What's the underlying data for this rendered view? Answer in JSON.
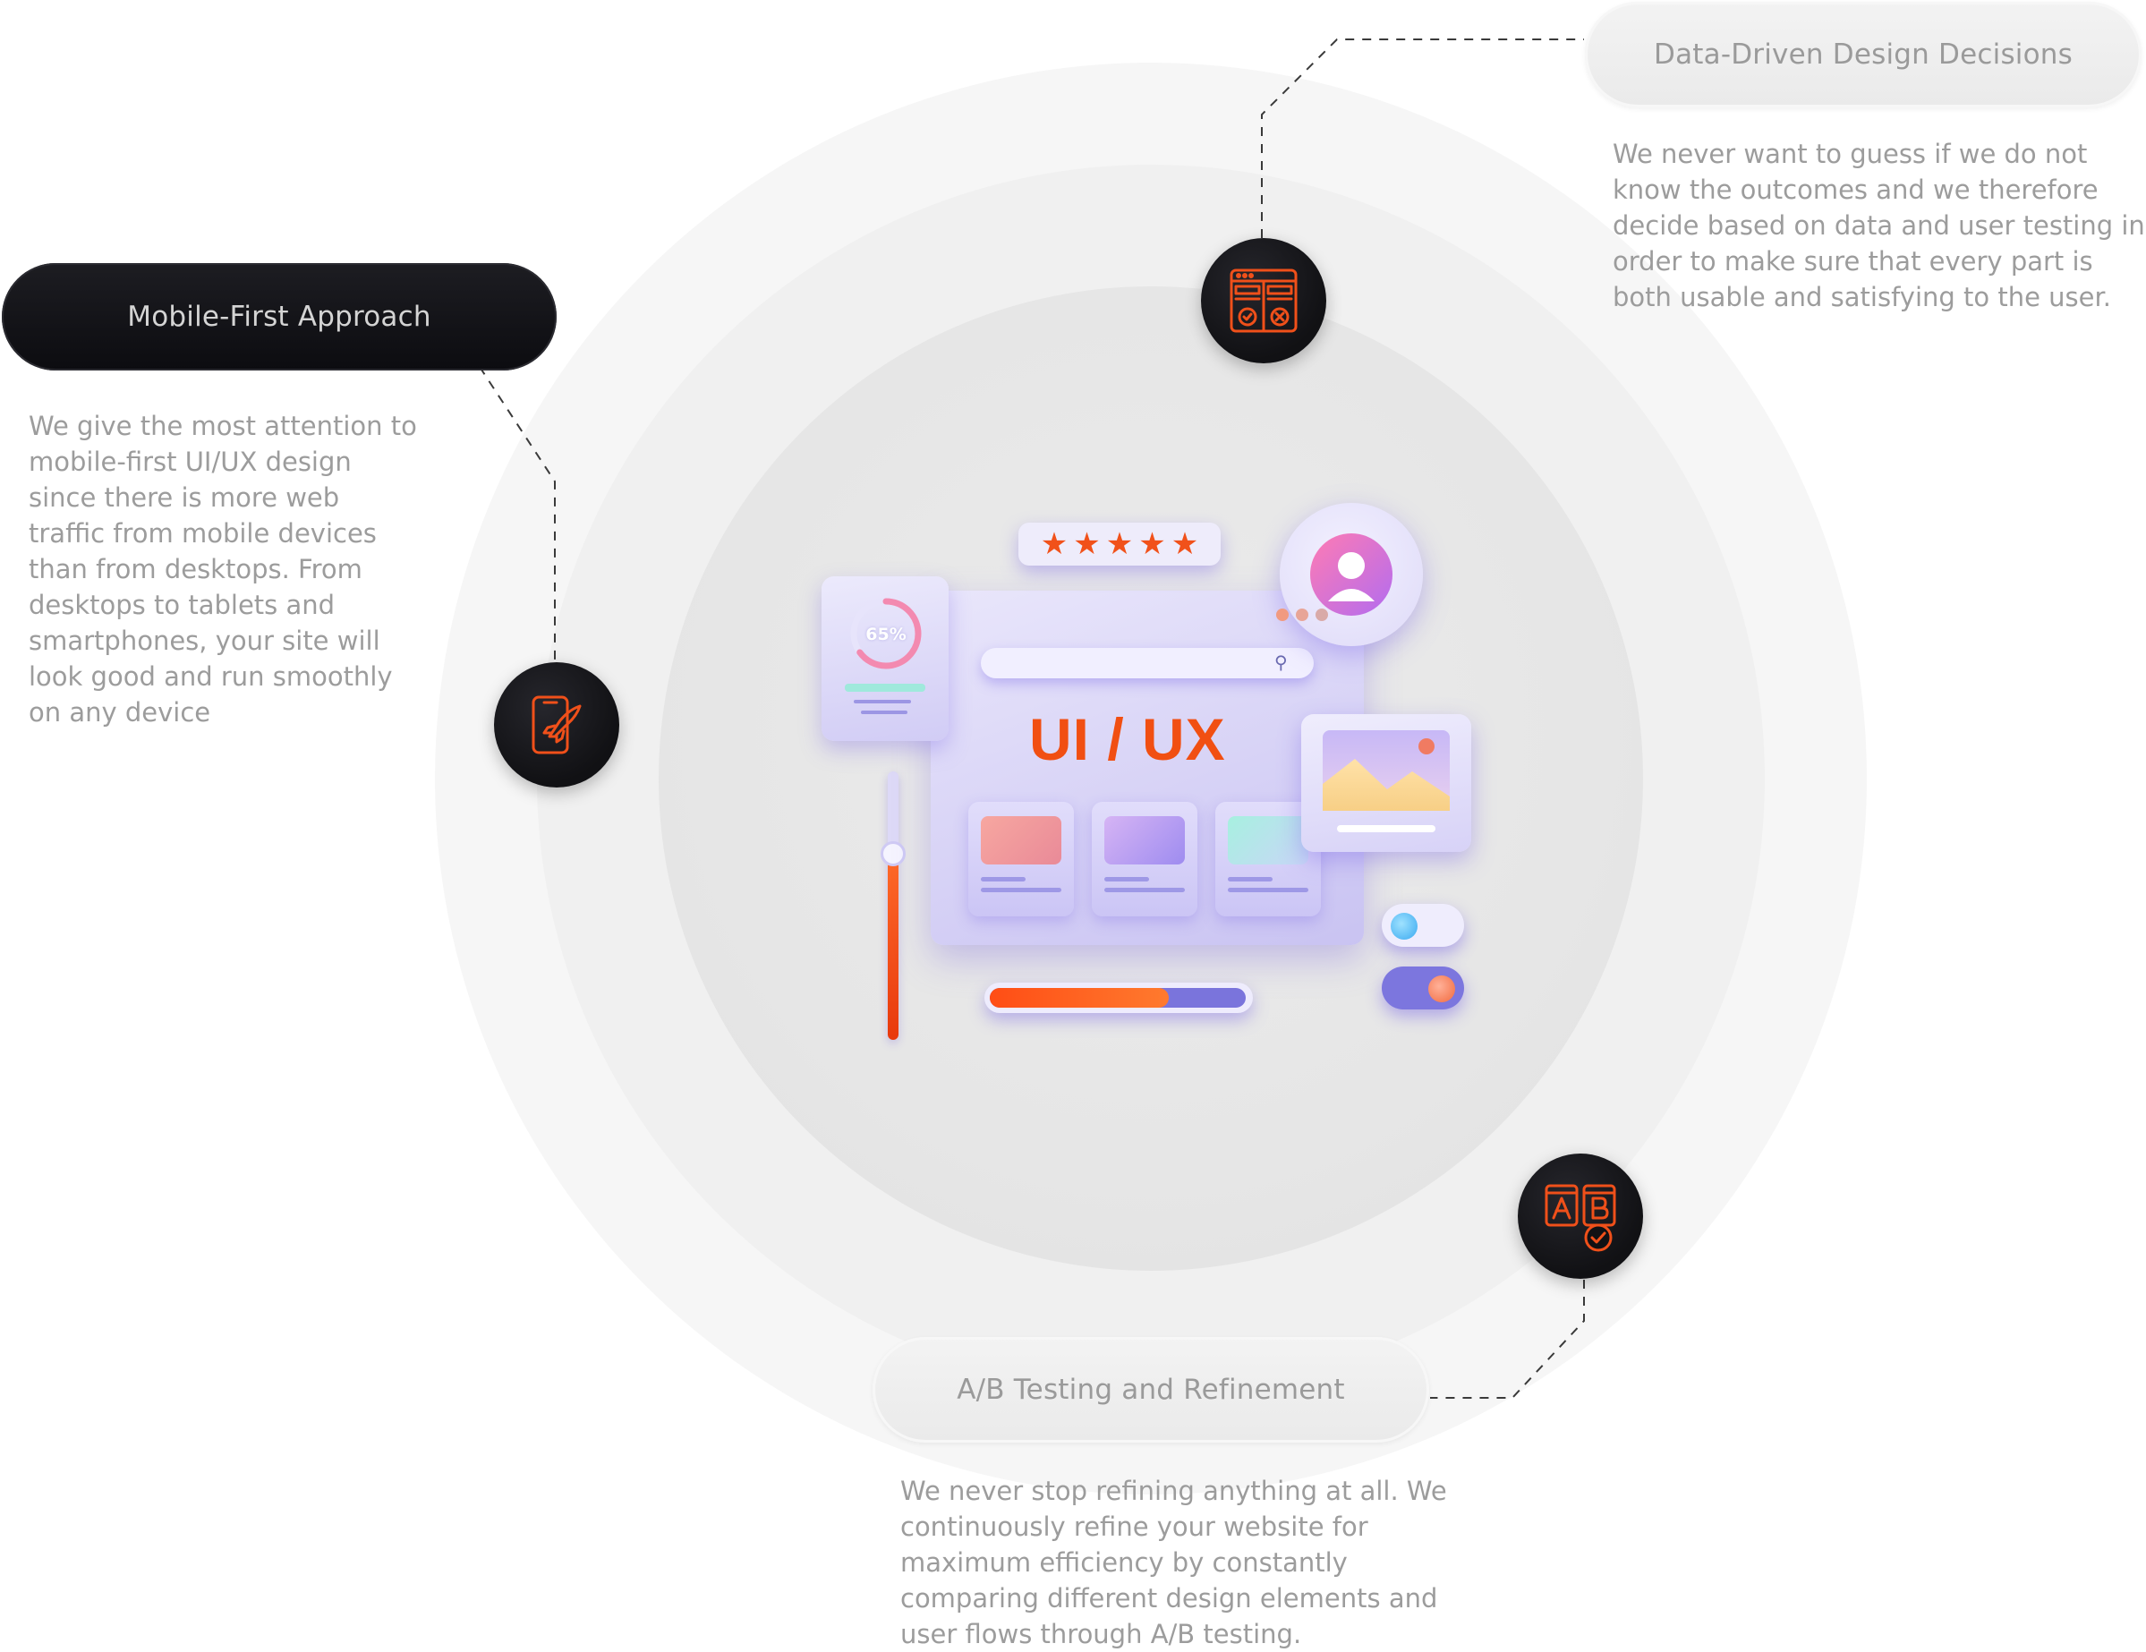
{
  "features": {
    "mobile": {
      "title": "Mobile-First Approach",
      "description": "We give the most attention to mobile-first UI/UX design since there is more web traffic from mobile devices than from desktops. From desktops to tablets and smartphones, your site will look good and run smoothly on any device"
    },
    "data": {
      "title": "Data-Driven Design Decisions",
      "description": "We never want to guess if we do not know the outcomes and we therefore decide based on data and user testing in order to make sure that every part is both usable and satisfying to the user."
    },
    "ab": {
      "title": "A/B Testing and Refinement",
      "description": "We never stop refining anything at all. We continuously refine your website for maximum efficiency by constantly comparing different design elements and user flows through A/B testing."
    }
  },
  "illustration": {
    "headline": "UI / UX",
    "gauge_label": "65%",
    "gauge_value": 0.65,
    "stars": 5,
    "progress_value": 0.7,
    "slider_value": 0.7,
    "icons": [
      "mobile-rocket-icon",
      "browser-check-cross-icon",
      "ab-test-icon",
      "search-icon",
      "user-avatar-icon",
      "image-icon",
      "star-icon"
    ]
  },
  "colors": {
    "accent": "#f14f12",
    "purple": "#7c76de",
    "text_muted": "#9c9c9c",
    "dark_pill": "#111114"
  }
}
